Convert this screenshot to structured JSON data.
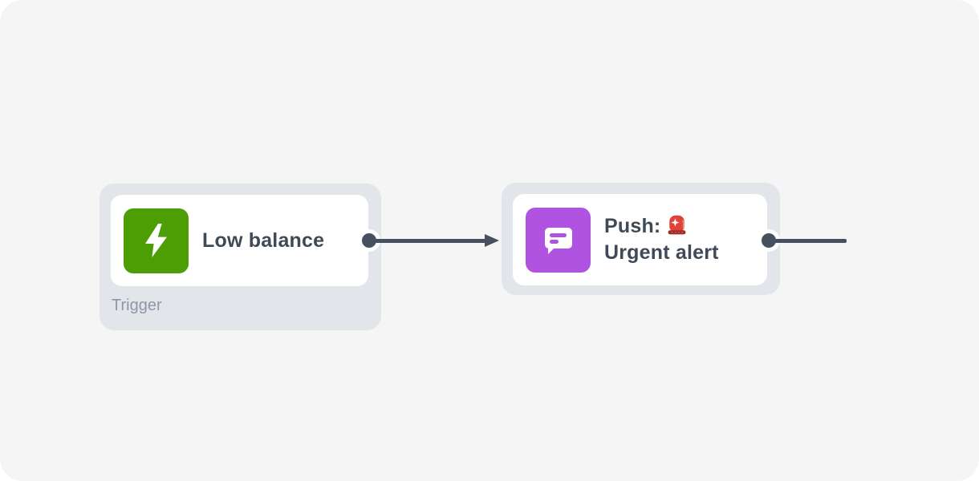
{
  "canvas": {
    "background_color": "#f5f5f6",
    "surround_color": "#ffffff"
  },
  "nodes": [
    {
      "title": "Low balance",
      "type_label": "Trigger",
      "icon": "lightning-bolt-icon",
      "icon_bg_color": "#4d9e05"
    },
    {
      "title_line1": "Push:",
      "emoji": "🚨",
      "emoji_name": "rotating-light-emoji",
      "title_line2": "Urgent alert",
      "icon": "chat-message-icon",
      "icon_bg_color": "#b153e1"
    }
  ],
  "edges": [
    {
      "from": "Low balance",
      "to": "Push: Urgent alert",
      "style": "arrow"
    },
    {
      "from": "Push: Urgent alert",
      "style": "line"
    }
  ],
  "colors": {
    "node_container": "#e2e6ea",
    "node_card": "#ffffff",
    "title_text": "#3f4a57",
    "type_label_text": "#8d97a6",
    "connector": "#46505e"
  }
}
